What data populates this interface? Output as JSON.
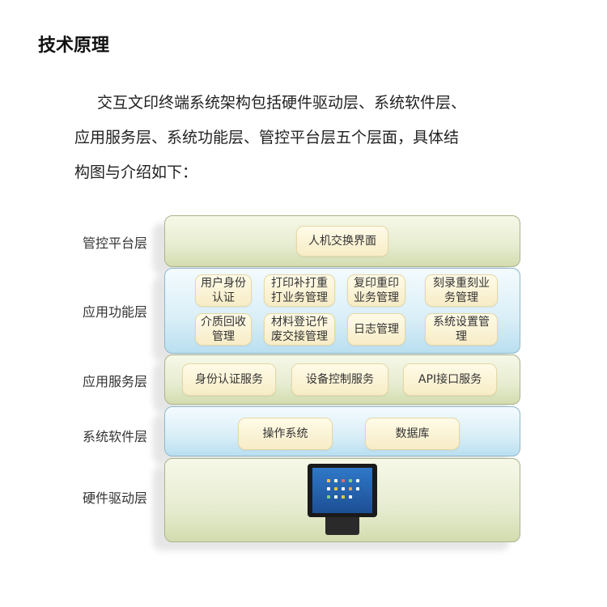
{
  "heading": "技术原理",
  "intro": {
    "line1": "交互文印终端系统架构包括硬件驱动层、系统软件层、",
    "line2": "应用服务层、系统功能层、管控平台层五个层面，具体结",
    "line3": "构图与介绍如下："
  },
  "layers": {
    "control_platform": {
      "label": "管控平台层",
      "items": [
        "人机交换界面"
      ]
    },
    "application_function": {
      "label": "应用功能层",
      "items": [
        "用户身份认证",
        "打印补打重打业务管理",
        "复印重印业务管理",
        "刻录重刻业务管理",
        "介质回收管理",
        "材料登记作废交接管理",
        "日志管理",
        "系统设置管理"
      ],
      "items_lines": [
        [
          "用户身份",
          "认证"
        ],
        [
          "打印补打重",
          "打业务管理"
        ],
        [
          "复印重印",
          "业务管理"
        ],
        [
          "刻录重刻业",
          "务管理"
        ],
        [
          "介质回收",
          "管理"
        ],
        [
          "材料登记作",
          "废交接管理"
        ],
        [
          "日志管理"
        ],
        [
          "系统设置管",
          "理"
        ]
      ]
    },
    "application_service": {
      "label": "应用服务层",
      "items": [
        "身份认证服务",
        "设备控制服务",
        "API接口服务"
      ]
    },
    "system_software": {
      "label": "系统软件层",
      "items": [
        "操作系统",
        "数据库"
      ]
    },
    "hardware_driver": {
      "label": "硬件驱动层"
    }
  },
  "colors": {
    "green_layer": "#e6ecd0",
    "blue_layer": "#d9eef7",
    "pill": "#f7ecc6",
    "device_screen": "#2f78c8"
  }
}
